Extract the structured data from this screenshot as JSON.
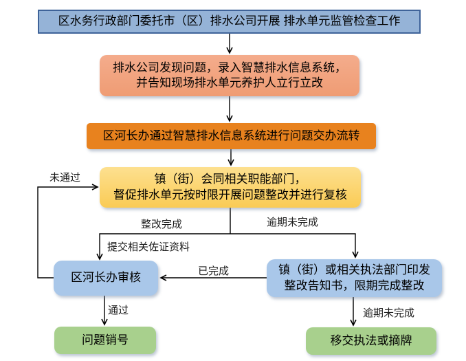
{
  "nodes": {
    "n1": {
      "text": "区水务行政部门委托市（区）排水公司开展 排水单元监管检查工作"
    },
    "n2": {
      "line1": "排水公司发现问题，录入智慧排水信息系统，",
      "line2": "并告知现场排水单元养护人立行立改"
    },
    "n3": {
      "text": "区河长办通过智慧排水信息系统进行问题交办流转"
    },
    "n4": {
      "line1": "镇（街）会同相关职能部门，",
      "line2": "督促排水单元按时限开展问题整改并进行复核"
    },
    "n5": {
      "text": "区河长办审核"
    },
    "n6": {
      "line1": "镇（街）或相关执法部门印发",
      "line2": "整改告知书，限期完成整改"
    },
    "n7": {
      "text": "问题销号"
    },
    "n8": {
      "text": "移交执法或摘牌"
    }
  },
  "edge_labels": {
    "not_passed": "未通过",
    "rectify_done": "整改完成",
    "overdue_top": "逾期未完成",
    "submit_evidence": "提交相关佐证资料",
    "completed": "已完成",
    "passed": "通过",
    "overdue_bottom": "逾期未完成"
  },
  "colors": {
    "node1-bg": "#95B3D7",
    "node1-border": "#3F6399",
    "node2-bg": "#EF9C74",
    "node2-bg-light": "#F4AC8C",
    "node3-bg": "#E8821E",
    "node4-bg": "#FACB55",
    "node4-bg-light": "#FDE090",
    "node-blue-bg": "#A9C7E9",
    "node-green-bg": "#A8D08D",
    "arrow": "#000000"
  }
}
